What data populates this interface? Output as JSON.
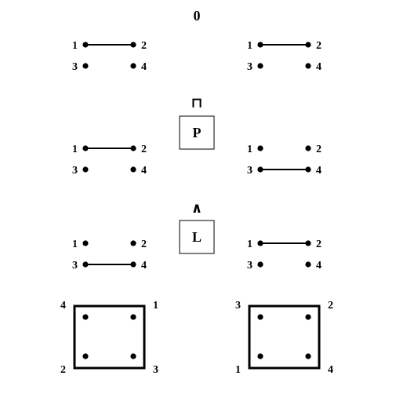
{
  "title": "0",
  "operators": {
    "first": {
      "symbol": "⊓",
      "box_label": "P"
    },
    "second": {
      "symbol": "∧",
      "box_label": "L"
    }
  },
  "panels": [
    {
      "id": "r1-left",
      "labels": [
        "1",
        "2",
        "3",
        "4"
      ],
      "edges": [
        [
          "1",
          "2"
        ]
      ]
    },
    {
      "id": "r1-right",
      "labels": [
        "1",
        "2",
        "3",
        "4"
      ],
      "edges": [
        [
          "1",
          "2"
        ]
      ]
    },
    {
      "id": "r2-left",
      "labels": [
        "1",
        "2",
        "3",
        "4"
      ],
      "edges": [
        [
          "1",
          "2"
        ]
      ]
    },
    {
      "id": "r2-right",
      "labels": [
        "1",
        "2",
        "3",
        "4"
      ],
      "edges": [
        [
          "3",
          "4"
        ]
      ]
    },
    {
      "id": "r3-left",
      "labels": [
        "1",
        "2",
        "3",
        "4"
      ],
      "edges": [
        [
          "3",
          "4"
        ]
      ]
    },
    {
      "id": "r3-right",
      "labels": [
        "1",
        "2",
        "3",
        "4"
      ],
      "edges": [
        [
          "1",
          "2"
        ]
      ]
    }
  ],
  "squares": [
    {
      "id": "square-left",
      "corners": {
        "top_left": "4",
        "top_right": "1",
        "bottom_left": "2",
        "bottom_right": "3"
      }
    },
    {
      "id": "square-right",
      "corners": {
        "top_left": "3",
        "top_right": "2",
        "bottom_left": "1",
        "bottom_right": "4"
      }
    }
  ],
  "colors": {
    "ink": "#000000",
    "background": "#ffffff"
  }
}
